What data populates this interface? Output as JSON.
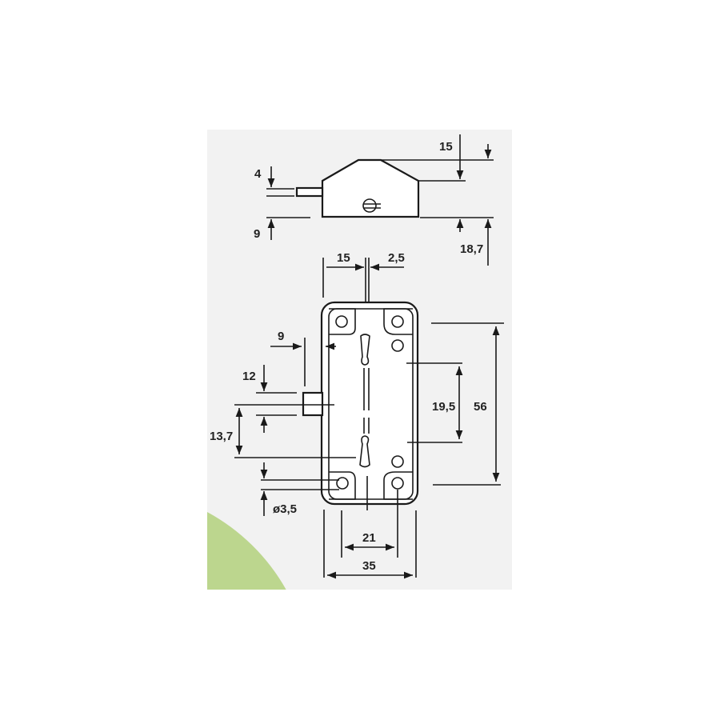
{
  "colors": {
    "panel": "#f2f2f2",
    "accent_green": "#bcd68e",
    "ink": "#1a1a1a"
  },
  "top_view": {
    "dims": {
      "height_step": "15",
      "pin_thickness": "4",
      "pin_offset": "9",
      "total_height": "18,7"
    }
  },
  "front_view": {
    "dims": {
      "offset_15": "15",
      "offset_2_5": "2,5",
      "lug_depth": "9",
      "lug_height": "12",
      "lug_position": "13,7",
      "hole_diameter": "ø3,5",
      "keyhole_spacing": "19,5",
      "hole_spacing_vertical": "56",
      "hole_spacing_horizontal": "21",
      "width": "35"
    }
  }
}
